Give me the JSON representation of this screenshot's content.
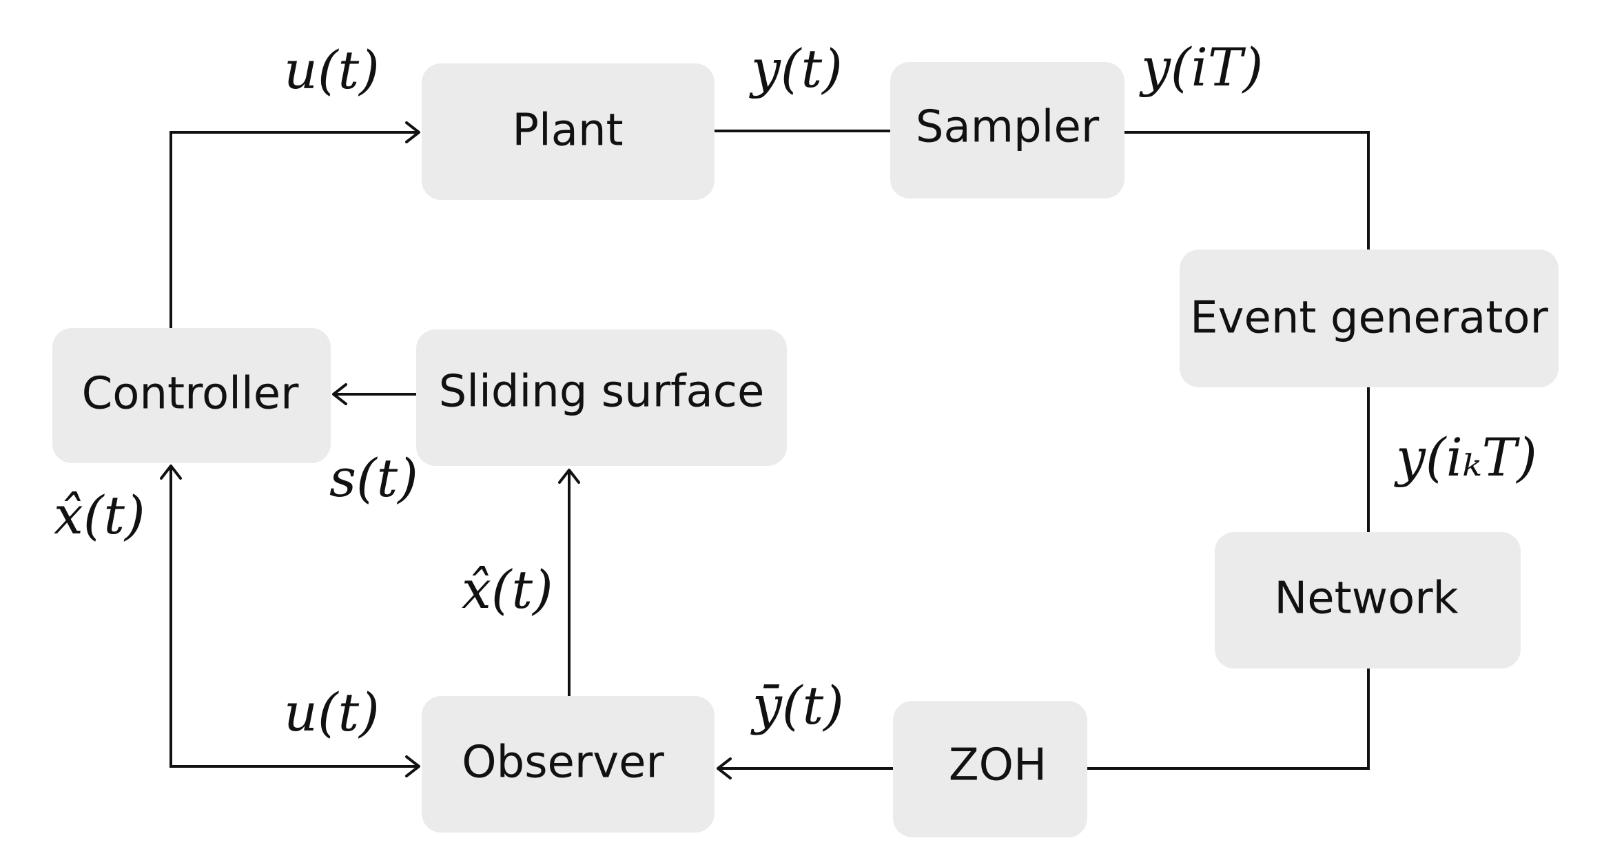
{
  "blocks": {
    "plant": "Plant",
    "sampler": "Sampler",
    "event_generator": "Event generator",
    "network": "Network",
    "zoh": "ZOH",
    "observer": "Observer",
    "sliding_surface": "Sliding surface",
    "controller": "Controller"
  },
  "signals": {
    "u_top": "u(t)",
    "y": "y(t)",
    "y_iT": "y(iT)",
    "y_ikT": "y(iₖT)",
    "y_bar": "ȳ(t)",
    "x_hat_observer": "x̂(t)",
    "x_hat_controller": "x̂(t)",
    "s": "s(t)",
    "u_bottom": "u(t)"
  }
}
